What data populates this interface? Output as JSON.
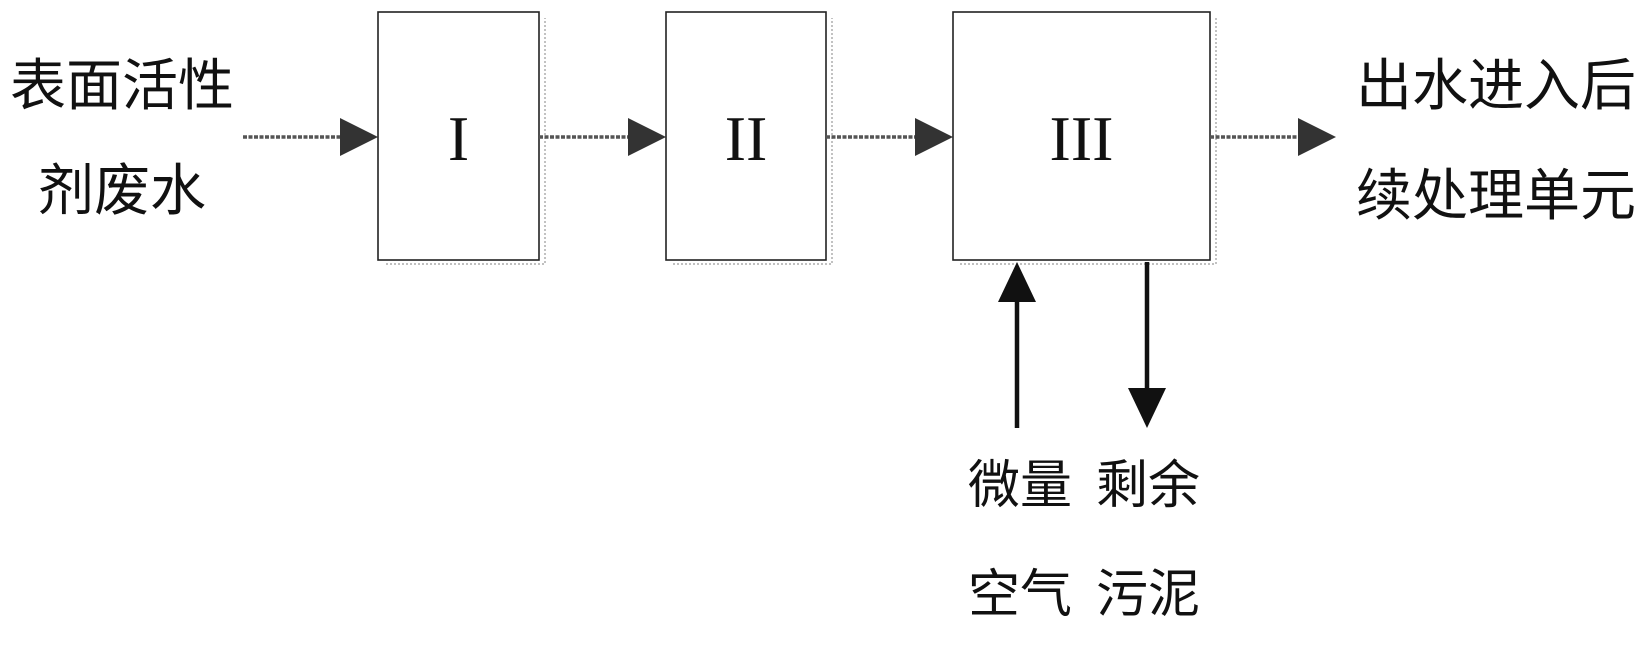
{
  "input": {
    "line1": "表面活性",
    "line2": "剂废水"
  },
  "stages": [
    {
      "label": "I"
    },
    {
      "label": "II"
    },
    {
      "label": "III"
    }
  ],
  "output": {
    "line1": "出水进入后",
    "line2": "续处理单元"
  },
  "air_input": {
    "line1": "微量",
    "line2": "空气"
  },
  "sludge_output": {
    "line1": "剩余",
    "line2": "污泥"
  }
}
